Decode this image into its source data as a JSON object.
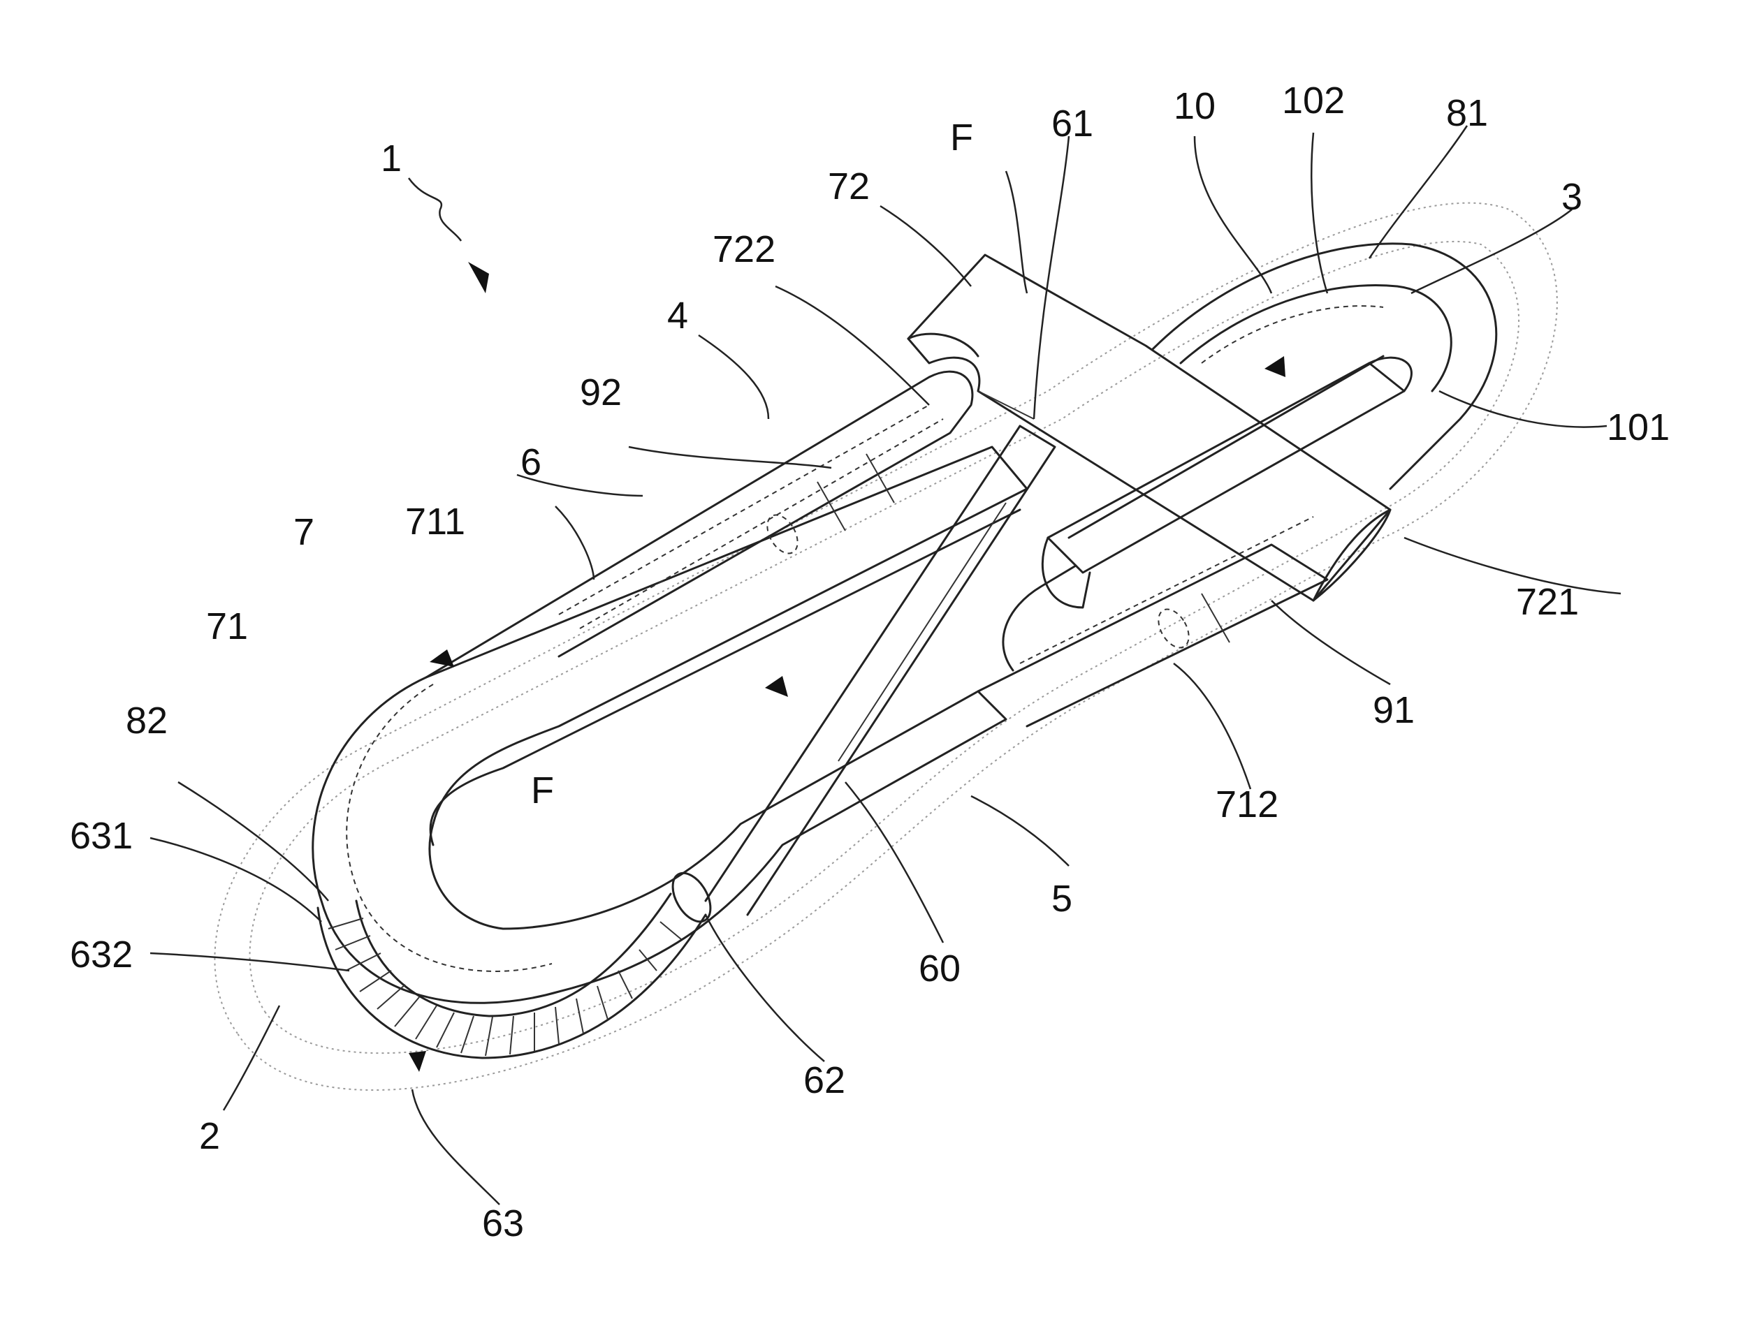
{
  "labels": {
    "l1": "1",
    "l2": "2",
    "l3": "3",
    "l4": "4",
    "l5": "5",
    "l6": "6",
    "l7": "7",
    "l10": "10",
    "l60": "60",
    "l61": "61",
    "l62": "62",
    "l63": "63",
    "l71": "71",
    "l72": "72",
    "l81": "81",
    "l82": "82",
    "l91": "91",
    "l92": "92",
    "l101": "101",
    "l102": "102",
    "l631": "631",
    "l632": "632",
    "l711": "711",
    "l712": "712",
    "l721": "721",
    "l722": "722",
    "lF1": "F",
    "lF2": "F"
  }
}
